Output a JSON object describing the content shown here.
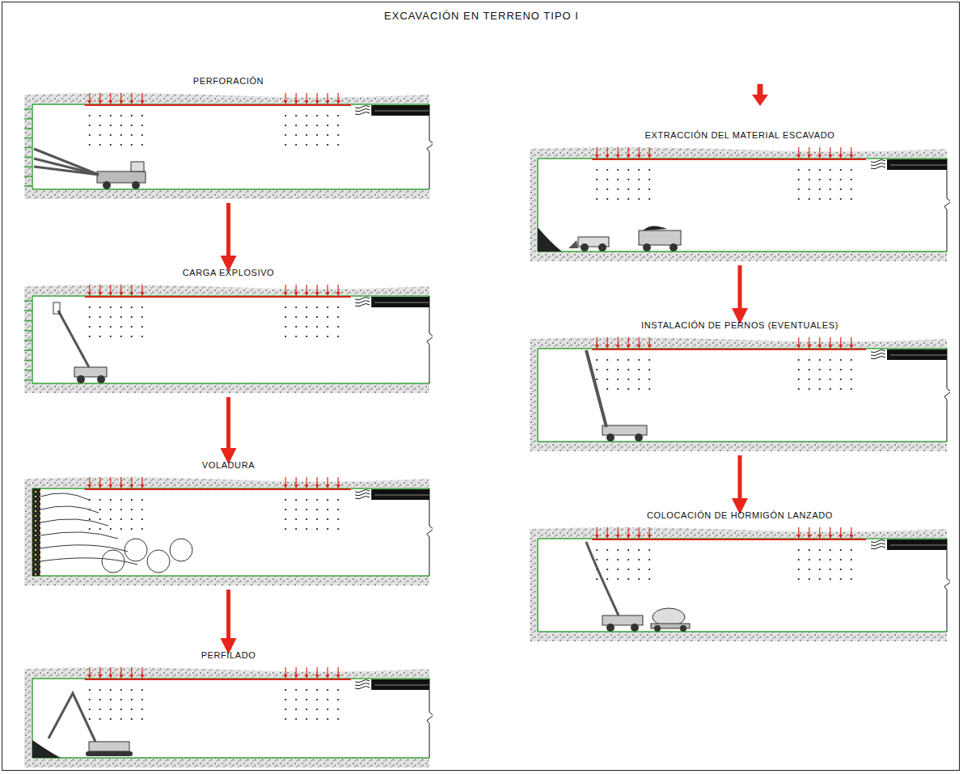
{
  "diagram": {
    "title": "EXCAVACIÓN EN TERRENO TIPO I",
    "nodes": [
      {
        "text": [
          "PERFORACIÓN"
        ]
      },
      {
        "text": [
          "CARGA EXPLOSIVO"
        ]
      },
      {
        "text": [
          "VOLADURA"
        ]
      },
      {
        "text": [
          "PERFILADO"
        ]
      },
      {
        "text": [
          "EXTRACCIÓN DEL MATERIAL ESCAVADO"
        ]
      },
      {
        "text": [
          "INSTALACIÓN DE PERNOS (EVENTUALES)"
        ]
      },
      {
        "text": [
          "COLOCACIÓN DE HORMIGÓN LANZADO"
        ]
      }
    ],
    "edges": [
      {
        "from": 0,
        "to": 1,
        "arrow": "to"
      },
      {
        "from": 1,
        "to": 2,
        "arrow": "to"
      },
      {
        "from": 2,
        "to": 3,
        "arrow": "to"
      },
      {
        "from": 4,
        "to": 5,
        "arrow": "to"
      },
      {
        "from": 5,
        "to": 6,
        "arrow": "to"
      }
    ]
  }
}
